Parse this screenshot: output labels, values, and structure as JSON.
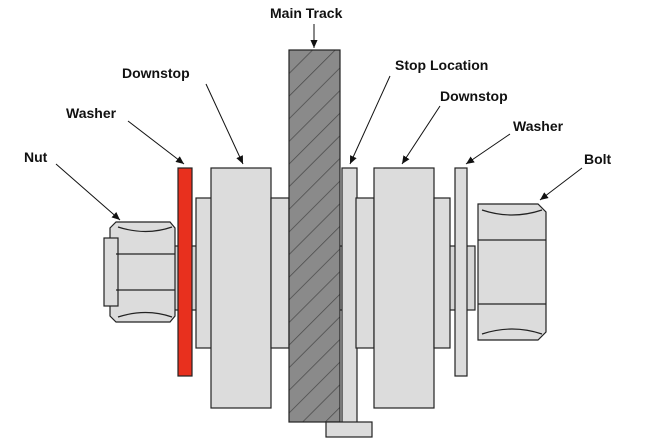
{
  "labels": {
    "main_track": "Main Track",
    "stop_location": "Stop Location",
    "downstop_left": "Downstop",
    "downstop_right": "Downstop",
    "washer_left": "Washer",
    "washer_right": "Washer",
    "nut": "Nut",
    "bolt": "Bolt"
  },
  "colors": {
    "part_fill": "#dcdcdc",
    "highlight_washer": "#e8301e",
    "track_fill": "#8a8a8a",
    "outline": "#222222"
  }
}
